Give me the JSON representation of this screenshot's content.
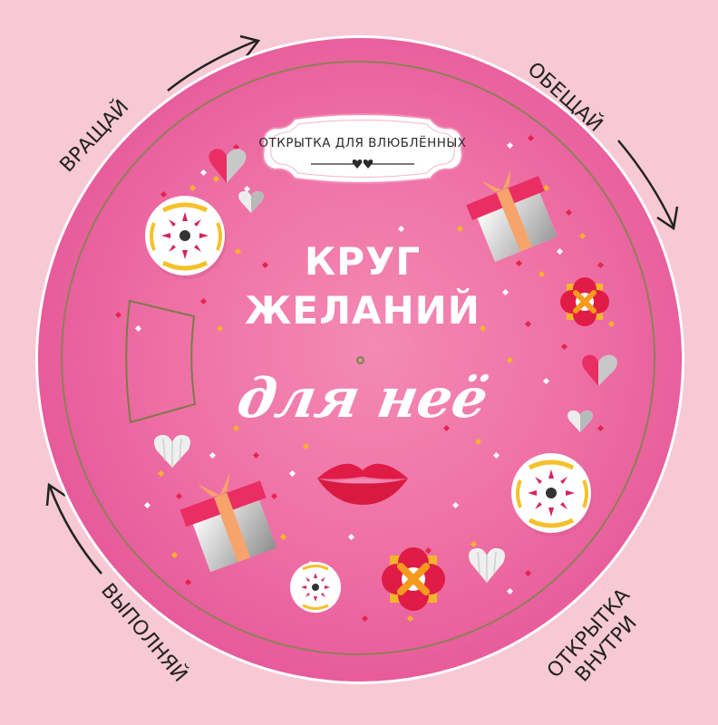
{
  "plate": {
    "label": "ОТКРЫТКА ДЛЯ ВЛЮБЛЁННЫХ",
    "icon": "double-heart-icon"
  },
  "title": {
    "line1": "КРУГ",
    "line2": "ЖЕЛАНИЙ",
    "subtitle": "для неё"
  },
  "outer_labels": {
    "top_left": "ВРАЩАЙ",
    "top_right": "ОБЕЩАЙ",
    "bottom_left": "ВЫПОЛНЯЙ",
    "bottom_right_line1": "ОТКРЫТКА",
    "bottom_right_line2": "ВНУТРИ"
  },
  "colors": {
    "background": "#f7c9d4",
    "disc": "#ee6fa4",
    "ring": "#8e7f57",
    "accent_red": "#e5244f",
    "gold": "#f5b52a",
    "ribbon": "#f6a46c",
    "text_dark": "#222222"
  }
}
